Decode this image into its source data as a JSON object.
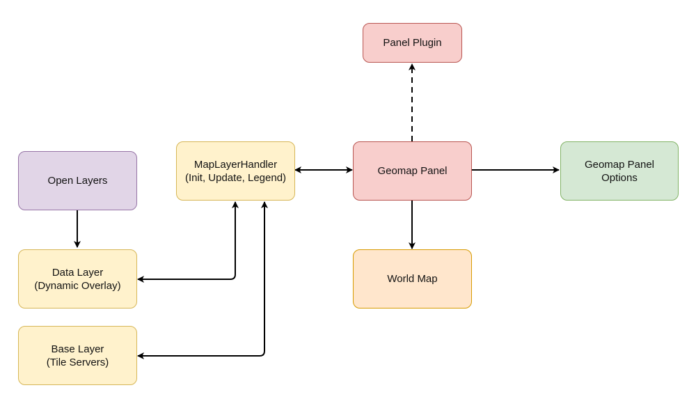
{
  "colors": {
    "purple_fill": "#e1d5e7",
    "purple_stroke": "#9673a6",
    "yellow_fill": "#fff2cc",
    "yellow_stroke": "#d6b656",
    "red_fill": "#f8cecc",
    "red_stroke": "#b85450",
    "green_fill": "#d5e8d4",
    "green_stroke": "#82b366",
    "orange_fill": "#ffe6cc",
    "orange_stroke": "#d79b00",
    "edge": "#000000"
  },
  "nodes": {
    "open_layers": "Open Layers",
    "data_layer": "Data Layer\n(Dynamic Overlay)",
    "base_layer": "Base Layer\n(Tile Servers)",
    "map_layer_handler": "MapLayerHandler\n(Init, Update, Legend)",
    "geomap_panel": "Geomap Panel",
    "panel_plugin": "Panel Plugin",
    "geomap_panel_options": "Geomap Panel\nOptions",
    "world_map": "World Map"
  },
  "edges": [
    {
      "from": "open_layers",
      "to": "data_layer",
      "style": "solid",
      "direction": "forward"
    },
    {
      "from": "map_layer_handler",
      "to": "data_layer",
      "style": "solid",
      "direction": "both"
    },
    {
      "from": "map_layer_handler",
      "to": "base_layer",
      "style": "solid",
      "direction": "both"
    },
    {
      "from": "map_layer_handler",
      "to": "geomap_panel",
      "style": "solid",
      "direction": "both"
    },
    {
      "from": "geomap_panel",
      "to": "panel_plugin",
      "style": "dashed",
      "direction": "forward"
    },
    {
      "from": "geomap_panel",
      "to": "geomap_panel_options",
      "style": "solid",
      "direction": "forward"
    },
    {
      "from": "geomap_panel",
      "to": "world_map",
      "style": "solid",
      "direction": "forward"
    }
  ]
}
